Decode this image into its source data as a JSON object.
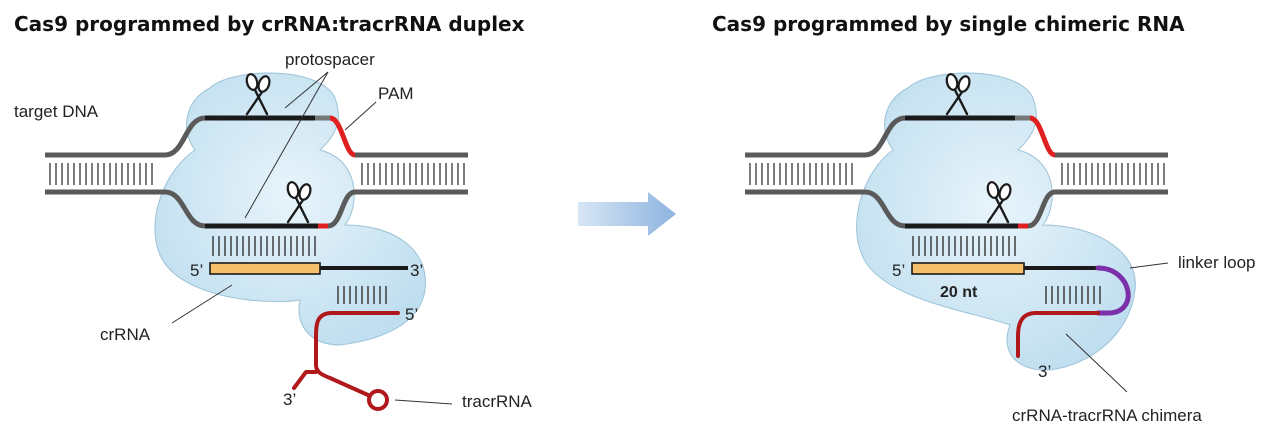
{
  "panels": {
    "left": {
      "title": "Cas9 programmed by crRNA:tracrRNA duplex",
      "labels": {
        "protospacer": "protospacer",
        "pam": "PAM",
        "target_dna": "target DNA",
        "five_prime_crrna": "5’",
        "three_prime_crrna": "3’",
        "five_prime_tracr": "5’",
        "three_prime_tracr": "3’",
        "crrna": "crRNA",
        "tracrrna": "tracrRNA"
      }
    },
    "right": {
      "title": "Cas9 programmed by single chimeric RNA",
      "labels": {
        "five_prime": "5’",
        "twenty_nt": "20 nt",
        "three_prime": "3’",
        "linker_loop": "linker loop",
        "chimera": "crRNA-tracrRNA chimera"
      }
    }
  },
  "colors": {
    "cas9_fill": "#cde6f3",
    "cas9_stroke": "#8fb8cf",
    "dna": "#5a5a5a",
    "target_strand": "#1a1a1a",
    "pam": "#e02020",
    "crrna_guide": "#f5c06a",
    "tracrrna": "#b0181b",
    "linker": "#7b2fa8",
    "arrow": "#a9c4e4"
  },
  "icons": [
    "scissors-icon",
    "right-arrow-icon"
  ]
}
